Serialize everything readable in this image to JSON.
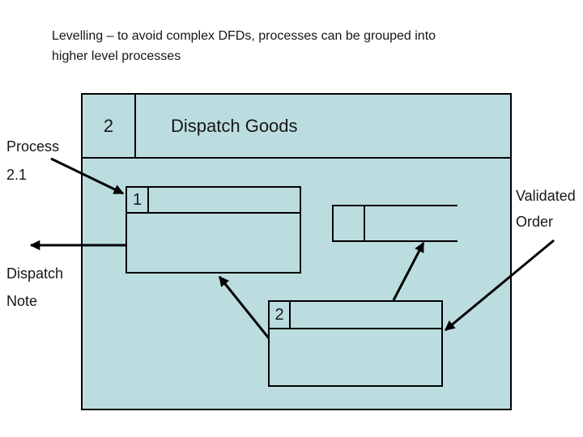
{
  "slide": {
    "title": "Levelling – to avoid complex DFDs, processes can be grouped into higher level processes",
    "colors": {
      "process_fill": "#bcdde0",
      "line_color": "#000000",
      "text_color": "#161616"
    }
  },
  "diagram": {
    "parent_process": {
      "number": "2",
      "name": "Dispatch Goods"
    },
    "sub_process_1": {
      "number": "1"
    },
    "sub_process_2": {
      "number": "2"
    },
    "labels": {
      "process": "Process",
      "process_number": "2.1",
      "dispatch": "Dispatch",
      "note": "Note",
      "validated": "Validated",
      "order": "Order"
    }
  }
}
